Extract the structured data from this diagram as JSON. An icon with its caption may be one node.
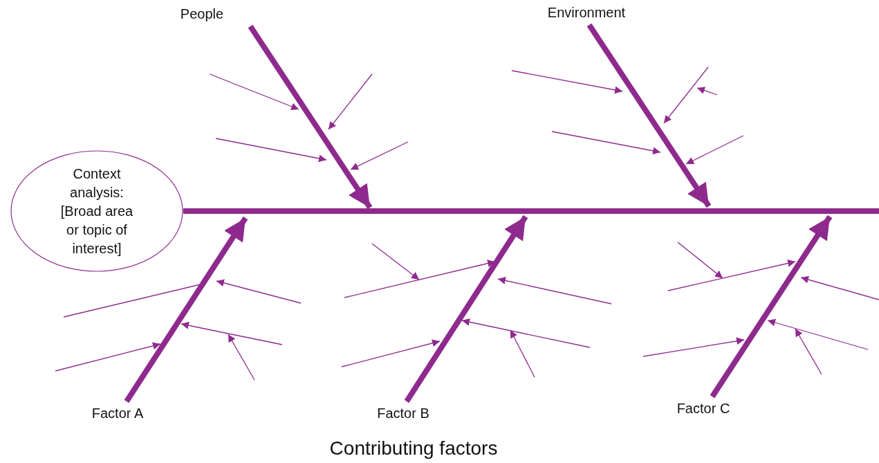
{
  "diagram": {
    "caption": "Contributing factors",
    "nodes": [
      {
        "text": [
          "Context analysis: [Broad area or topic of interest]"
        ]
      },
      {
        "text": [
          "People"
        ]
      },
      {
        "text": [
          "Environment"
        ]
      },
      {
        "text": [
          "Factor A"
        ]
      },
      {
        "text": [
          "Factor B"
        ]
      },
      {
        "text": [
          "Factor C"
        ]
      }
    ],
    "edges": [
      {
        "from": 0,
        "to": null,
        "arrow": "none"
      },
      {
        "from": 1,
        "to": null,
        "arrow": "to"
      },
      {
        "from": 2,
        "to": null,
        "arrow": "to"
      },
      {
        "from": 3,
        "to": null,
        "arrow": "to"
      },
      {
        "from": 4,
        "to": null,
        "arrow": "to"
      },
      {
        "from": 5,
        "to": null,
        "arrow": "to"
      }
    ]
  }
}
